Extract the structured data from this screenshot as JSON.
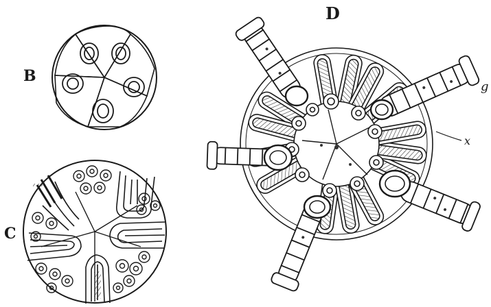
{
  "figure_labels": {
    "b": "B",
    "c": "C",
    "d": "D",
    "g": "g",
    "x": "x"
  }
}
